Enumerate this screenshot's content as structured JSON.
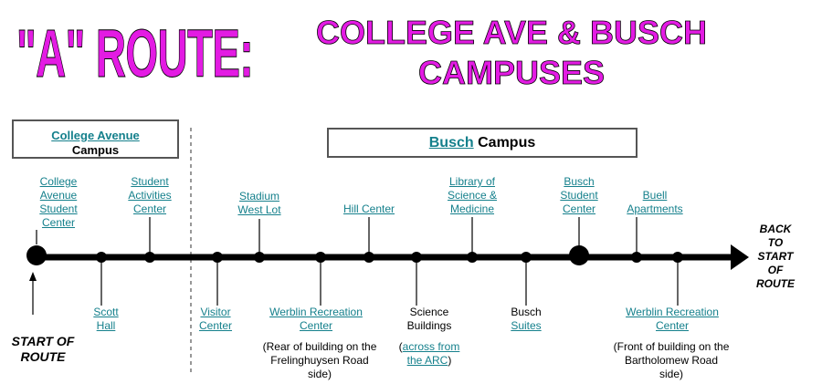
{
  "title": {
    "left": "\"A\" ROUTE:",
    "right_line1": "COLLEGE AVE & BUSCH",
    "right_line2": "CAMPUSES"
  },
  "campus_boxes": {
    "college_avenue": {
      "link": "College Avenue",
      "text": "Campus"
    },
    "busch": {
      "link": "Busch",
      "text": "Campus"
    }
  },
  "stops_above": [
    {
      "lines": [
        "College",
        "Avenue",
        "Student",
        "Center"
      ]
    },
    {
      "lines": [
        "Student",
        "Activities",
        "Center"
      ]
    },
    {
      "lines": [
        "Stadium",
        "West Lot"
      ]
    },
    {
      "lines": [
        "Hill Center"
      ]
    },
    {
      "lines": [
        "Library of",
        "Science &",
        "Medicine"
      ]
    },
    {
      "lines": [
        "Busch",
        "Student",
        "Center"
      ]
    },
    {
      "lines": [
        "Buell",
        "Apartments"
      ]
    }
  ],
  "stops_below": {
    "scott": [
      "Scott",
      "Hall"
    ],
    "visitor": [
      "Visitor",
      "Center"
    ],
    "werblin_rear": [
      "Werblin Recreation",
      "Center"
    ],
    "werblin_rear_note": [
      "(Rear of building on the",
      "Frelinghuysen Road",
      "side)"
    ],
    "science": [
      "Science",
      "Buildings"
    ],
    "science_note_link1": "across from",
    "science_note_link2": "the ARC",
    "busch_suites_line1": "Busch",
    "busch_suites_line2": "Suites",
    "werblin_front": [
      "Werblin Recreation",
      "Center"
    ],
    "werblin_front_note": [
      "(Front of building on the",
      "Bartholomew Road",
      "side)"
    ]
  },
  "start": [
    "START OF",
    "ROUTE"
  ],
  "back": [
    "BACK",
    "TO",
    "START",
    "OF",
    "ROUTE"
  ],
  "colors": {
    "title": "#e31be3",
    "link": "#15808c",
    "line": "#000000"
  }
}
